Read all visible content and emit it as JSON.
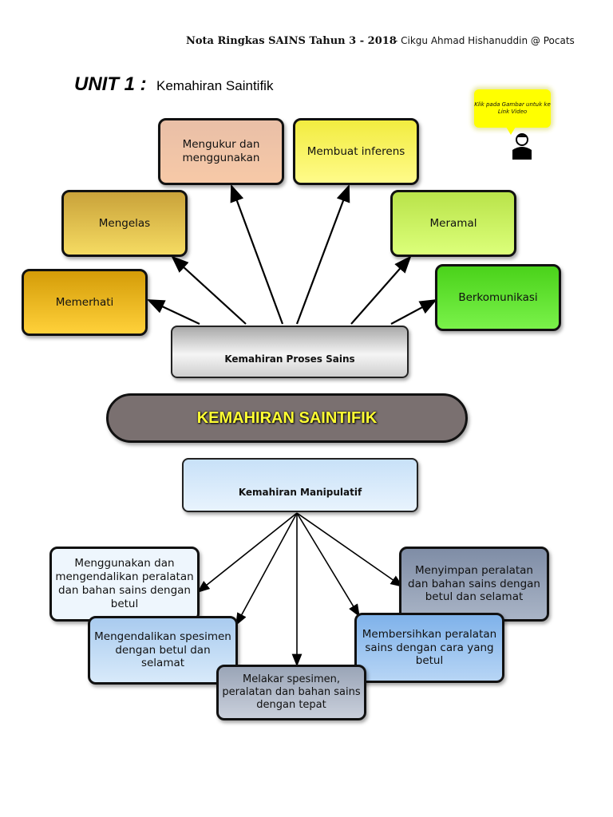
{
  "header": {
    "left": "Nota Ringkas SAINS Tahun 3 - 2018",
    "right": "- Cikgu Ahmad Hishanuddin @ Pocats"
  },
  "unit": {
    "title": "UNIT 1 :",
    "subtitle": "Kemahiran Saintifik"
  },
  "callout": {
    "text": "Klik pada Gambar untuk ke Link Video",
    "icon": "person-icon"
  },
  "proses_sains": {
    "label": "Kemahiran Proses Sains",
    "skills": [
      "Mengukur dan menggunakan",
      "Membuat inferens",
      "Mengelas",
      "Meramal",
      "Memerhati",
      "Berkomunikasi"
    ]
  },
  "banner": {
    "label": "KEMAHIRAN SAINTIFIK",
    "color": "#ffff33"
  },
  "manipulatif": {
    "label": "Kemahiran Manipulatif",
    "skills": [
      "Menggunakan dan mengendalikan peralatan dan bahan sains dengan betul",
      "Mengendalikan spesimen dengan betul dan selamat",
      "Melakar spesimen, peralatan dan bahan sains dengan tepat",
      "Menyimpan peralatan dan bahan sains dengan betul dan selamat",
      "Membersihkan peralatan sains dengan cara yang betul"
    ]
  }
}
